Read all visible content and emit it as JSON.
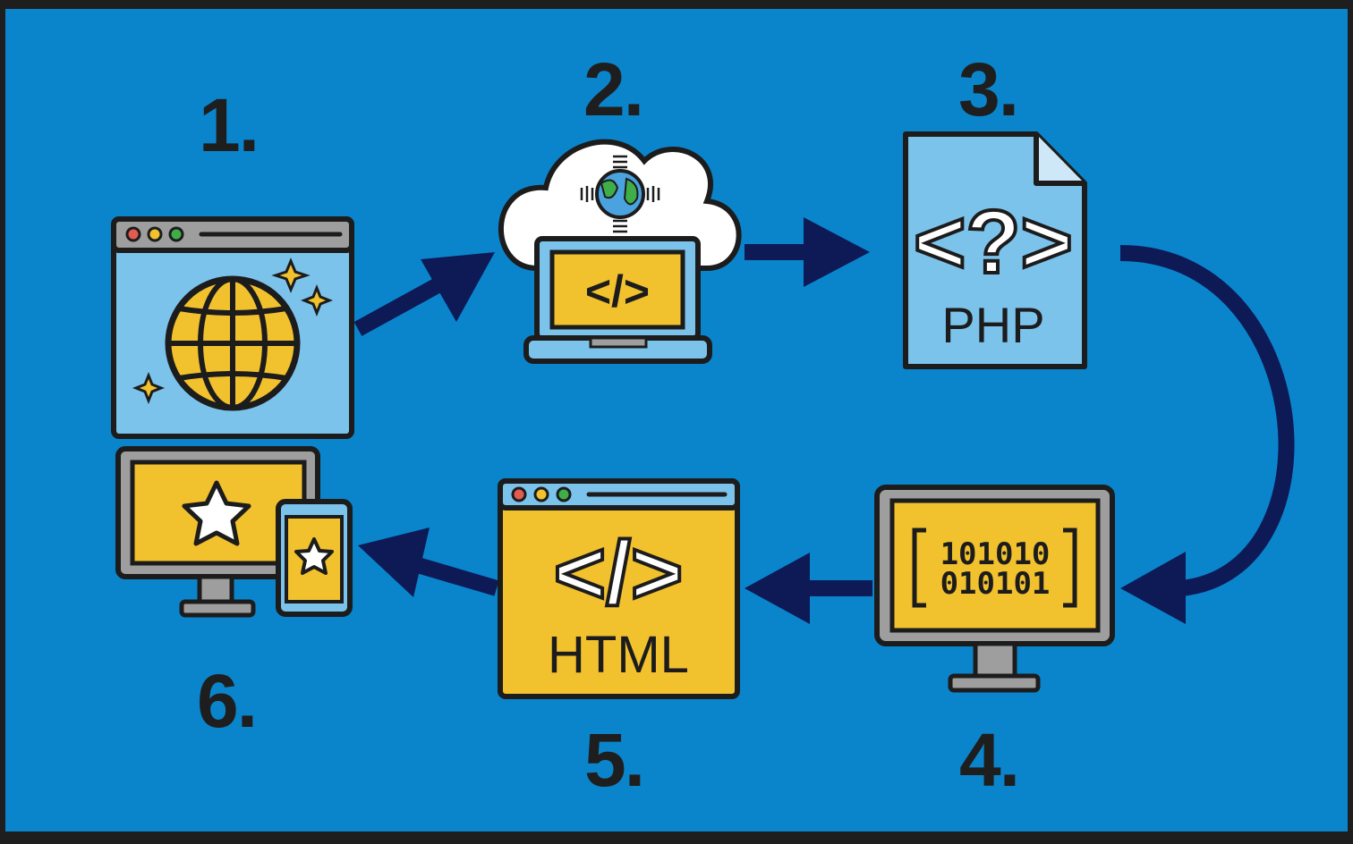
{
  "colors": {
    "background": "#0a85cc",
    "frame": "#1e1e1e",
    "outline": "#1c1c1c",
    "yellow": "#f2c12e",
    "light_blue": "#7cc3ec",
    "arrow": "#0d1a56",
    "gray": "#9e9e9e",
    "globe_green": "#3fae49",
    "globe_water": "#4aa3df"
  },
  "steps": [
    {
      "number": "1.",
      "icon": "browser-globe-icon"
    },
    {
      "number": "2.",
      "icon": "cloud-server-laptop-icon"
    },
    {
      "number": "3.",
      "icon": "php-file-icon",
      "label": "PHP"
    },
    {
      "number": "4.",
      "icon": "binary-monitor-icon",
      "binary": [
        "101010",
        "010101"
      ]
    },
    {
      "number": "5.",
      "icon": "html-window-icon",
      "label": "HTML"
    },
    {
      "number": "6.",
      "icon": "devices-star-icon"
    }
  ],
  "code_glyph": "</>",
  "php_glyph": "<?>"
}
